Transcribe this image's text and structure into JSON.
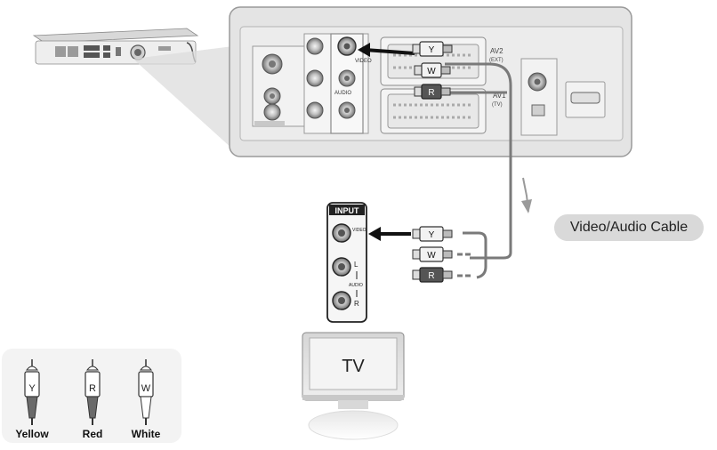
{
  "panel": {
    "scart_av2_label": "AV2",
    "scart_av2_sub": "(EXT)",
    "scart_av1_label": "AV1",
    "scart_av1_sub": "(TV)",
    "video_jack_label": "VIDEO",
    "audio_jack_label": "AUDIO"
  },
  "plugs": {
    "yellow": "Y",
    "white": "W",
    "red": "R"
  },
  "tv_input": {
    "header": "INPUT",
    "video_label": "VIDEO",
    "audio_label": "AUDIO",
    "left_label": "L",
    "right_label": "R"
  },
  "tv": {
    "label": "TV"
  },
  "cable_callout": "Video/Audio Cable",
  "legend": {
    "items": [
      {
        "letter": "Y",
        "label": "Yellow"
      },
      {
        "letter": "R",
        "label": "Red"
      },
      {
        "letter": "W",
        "label": "White"
      }
    ]
  },
  "colors": {
    "panel_fill": "#e4e4e4",
    "panel_border": "#9a9a9a",
    "callout_fill": "#d9d9d9",
    "legend_fill": "#f3f3f3",
    "cable": "#7a7a7a"
  }
}
